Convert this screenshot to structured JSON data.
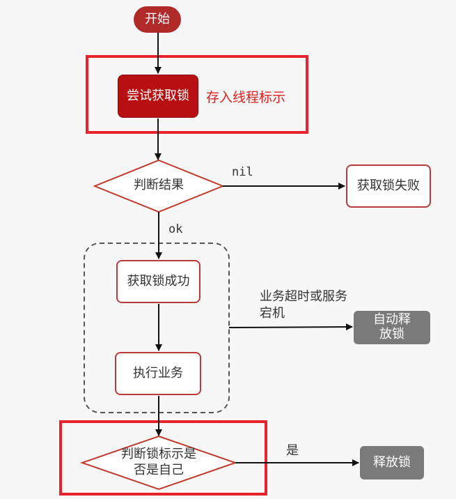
{
  "colors": {
    "accent_red": "#e02020",
    "node_red": "#b80f12",
    "gray_node": "#7a7a7a"
  },
  "nodes": {
    "start": "开始",
    "try_lock": "尝试获取锁",
    "store_thread_id": "存入线程标示",
    "judge_result": "判断结果",
    "lock_fail": "获取锁失败",
    "lock_success": "获取锁成功",
    "execute_business": "执行业务",
    "auto_release": "自动释放锁",
    "judge_owner": "判断锁标示是否是自己",
    "release_lock": "释放锁"
  },
  "edge_labels": {
    "nil": "nil",
    "ok": "ok",
    "timeout_or_crash": "业务超时或服务宕机",
    "yes": "是"
  }
}
